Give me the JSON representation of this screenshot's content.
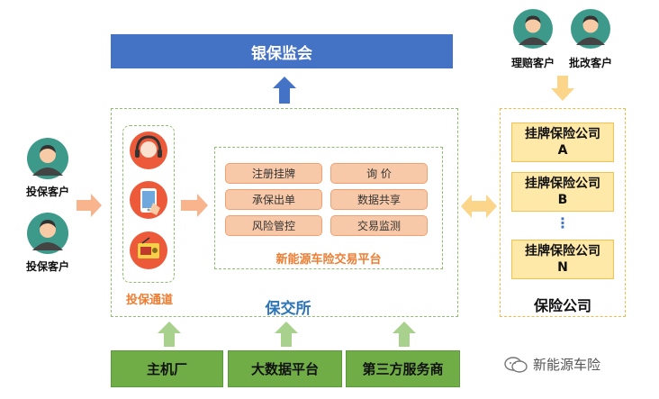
{
  "regulator": "银保监会",
  "left_customers": [
    {
      "label": "投保客户"
    },
    {
      "label": "投保客户"
    }
  ],
  "top_customers": [
    {
      "label": "理赔客户"
    },
    {
      "label": "批改客户"
    }
  ],
  "channel_label": "投保通道",
  "functions": [
    "注册挂牌",
    "询 价",
    "承保出单",
    "数据共享",
    "风险管控",
    "交易监测"
  ],
  "platform_label": "新能源车险交易平台",
  "exchange_label": "保交所",
  "insurers": [
    {
      "line1": "挂牌保险公司",
      "line2": "A"
    },
    {
      "line1": "挂牌保险公司",
      "line2": "B"
    },
    {
      "line1": "挂牌保险公司",
      "line2": "N"
    }
  ],
  "insurers_ellipsis": "⋮",
  "insurance_label": "保险公司",
  "providers": [
    "主机厂",
    "大数据平台",
    "第三方服务商"
  ],
  "watermark": "新能源车险",
  "colors": {
    "blue": "#4472c4",
    "green": "#70ad47",
    "orange": "#ed7d31",
    "peach": "#f8c9a8",
    "yellow": "#ffe9a8"
  }
}
